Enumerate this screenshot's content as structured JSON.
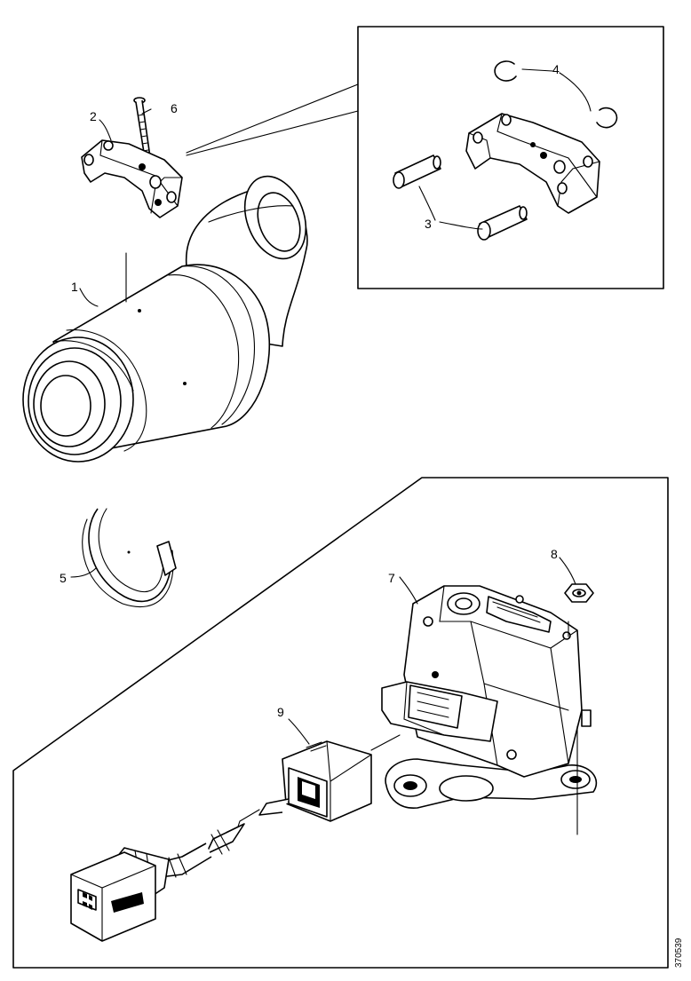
{
  "callouts": {
    "c1": "1",
    "c2": "2",
    "c3": "3",
    "c4": "4",
    "c5": "5",
    "c6": "6",
    "c7": "7",
    "c8": "8",
    "c9": "9"
  },
  "figure_id": "370539"
}
